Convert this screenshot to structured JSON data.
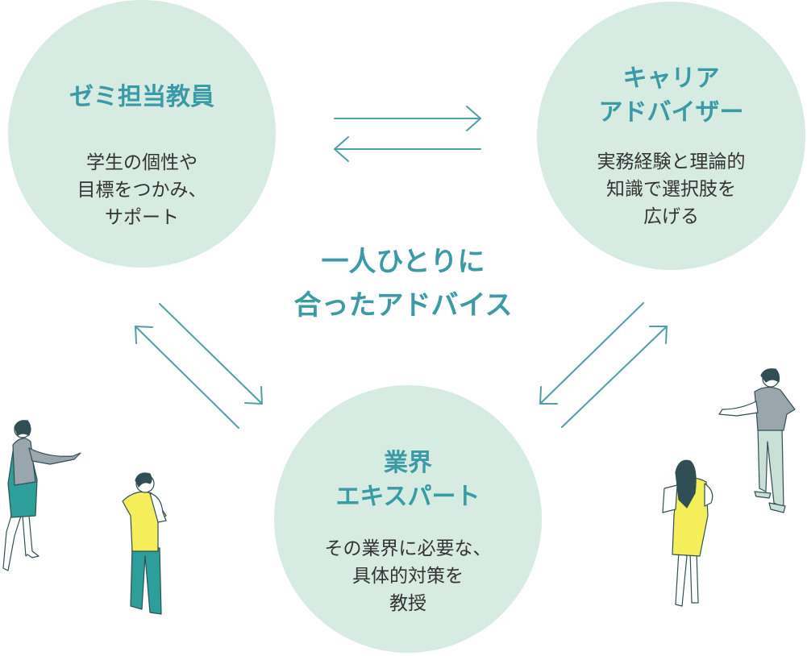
{
  "nodes": {
    "seminar": {
      "title": "ゼミ担当教員",
      "description": "学生の個性や\n目標をつかみ、\nサポート"
    },
    "career": {
      "title": "キャリア\nアドバイザー",
      "description": "実務経験と理論的\n知識で選択肢を\n広げる"
    },
    "expert": {
      "title": "業界\nエキスパート",
      "description": "その業界に必要な、\n具体的対策を\n教授"
    }
  },
  "center_message": "一人ひとりに\n合ったアドバイス",
  "colors": {
    "circle_fill": "#d6ebe1",
    "accent": "#3a9aa5",
    "arrow": "#4e9fa7",
    "body_text": "#333333"
  }
}
